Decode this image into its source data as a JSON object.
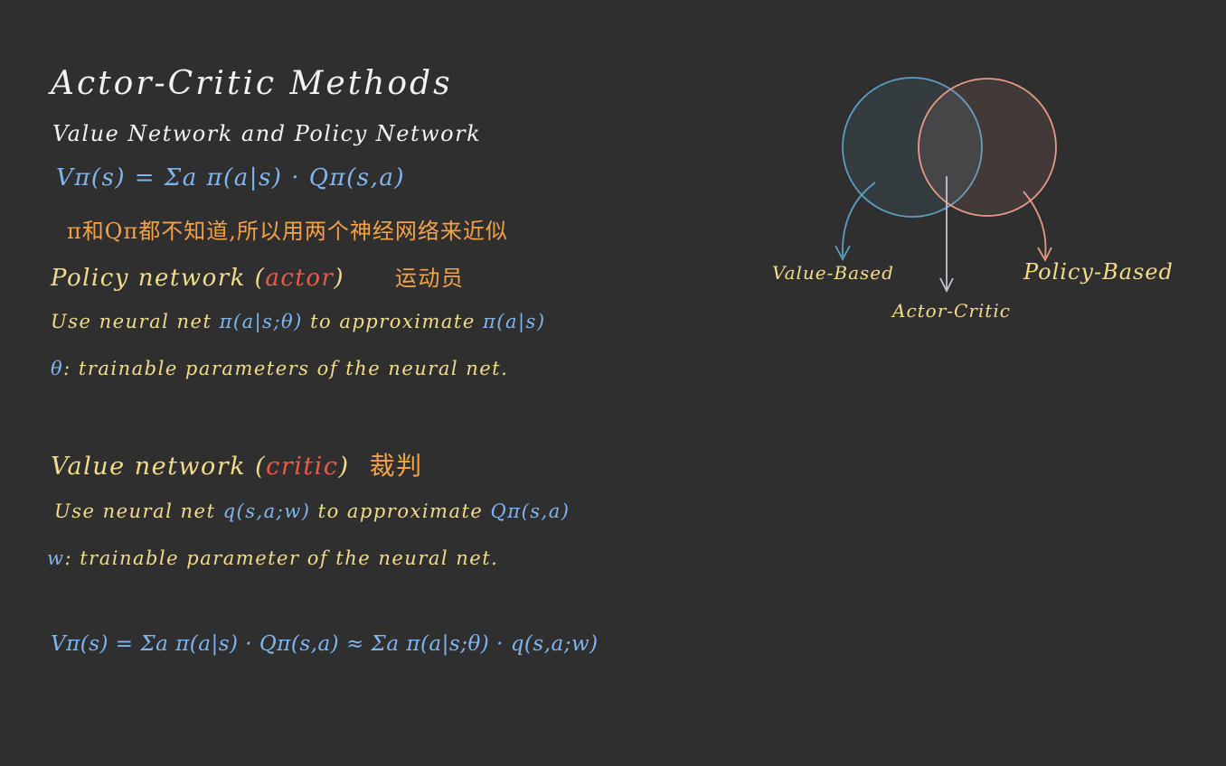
{
  "notes": {
    "title": "Actor-Critic Methods",
    "subtitle": "Value Network and Policy Network",
    "eq1": "Vπ(s) = Σa π(a|s) · Qπ(s,a)",
    "cn_note": "π和Qπ都不知道,所以用两个神经网络来近似",
    "policy_head": "Policy network (",
    "policy_actor": "actor",
    "policy_close": ")",
    "policy_cn": "运动员",
    "policy_use_1": "Use neural net",
    "policy_use_math": "π(a|s;θ)",
    "policy_use_2": "to approximate",
    "policy_use_math2": "π(a|s)",
    "theta_sym": "θ",
    "theta_text": ": trainable parameters of the neural net.",
    "value_head": "Value network (",
    "value_critic": "critic",
    "value_close": ")",
    "value_cn": "裁判",
    "value_use_1": "Use neural net",
    "value_use_math": "q(s,a;w)",
    "value_use_2": "to approximate",
    "value_use_math2": "Qπ(s,a)",
    "w_sym": "w",
    "w_text": ": trainable parameter of the neural net.",
    "eq2": "Vπ(s) = Σa π(a|s) · Qπ(s,a) ≈ Σa π(a|s;θ) · q(s,a;w)"
  },
  "diagram": {
    "labels": {
      "value_based": "Value-Based",
      "actor_critic": "Actor-Critic",
      "policy_based": "Policy-Based"
    },
    "colors": {
      "value_based": "#5a9fc0",
      "policy_based": "#e89a86",
      "actor_critic": "#c8c0d8"
    }
  }
}
